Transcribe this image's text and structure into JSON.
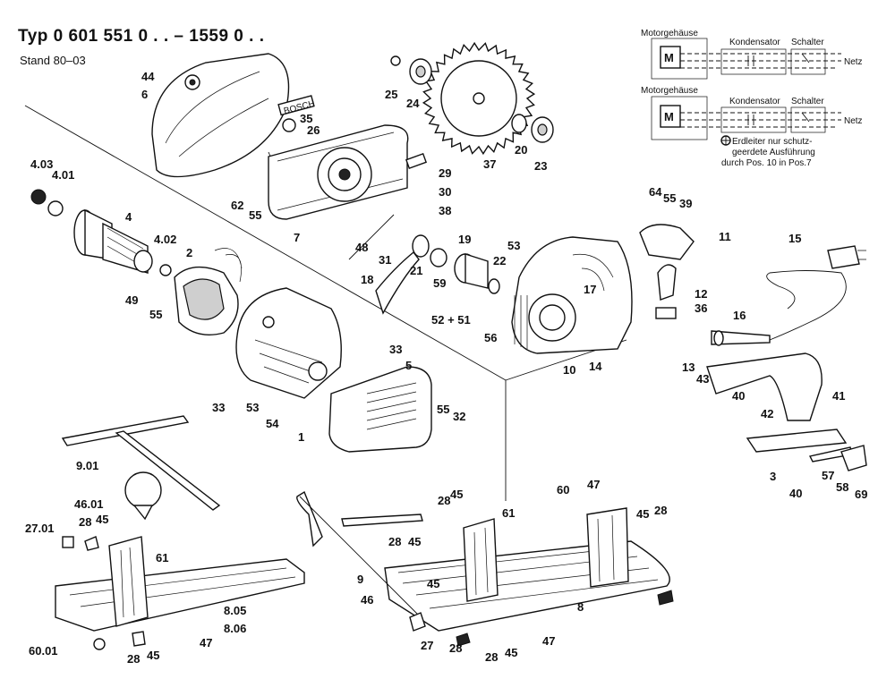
{
  "header": {
    "title": "Typ  0 601 551 0 . . – 1559 0 . .",
    "subtitle": "Stand 80–03"
  },
  "wiring": {
    "box1": {
      "motor_housing": "Motorgehäuse",
      "motor": "M",
      "capacitor": "Kondensator",
      "switch": "Schalter",
      "mains": "Netz"
    },
    "box2": {
      "motor_housing": "Motorgehäuse",
      "motor": "M",
      "capacitor": "Kondensator",
      "switch": "Schalter",
      "mains": "Netz"
    },
    "note_line1": "Erdleiter nur schutz-",
    "note_line2": "geerdete Ausführung",
    "note_line3": "durch Pos. 10 in Pos.7"
  },
  "guard_brand": "BOSCH",
  "part_labels": [
    "44",
    "6",
    "35",
    "26",
    "4.03",
    "4.01",
    "4",
    "4.02",
    "2",
    "49",
    "55",
    "62",
    "55",
    "7",
    "29",
    "30",
    "38",
    "25",
    "24",
    "37",
    "20",
    "23",
    "48",
    "31",
    "21",
    "19",
    "22",
    "53",
    "18",
    "59",
    "17",
    "64",
    "55",
    "39",
    "11",
    "15",
    "12",
    "36",
    "16",
    "52 + 51",
    "56",
    "10",
    "14",
    "13",
    "43",
    "33",
    "33",
    "53",
    "54",
    "1",
    "5",
    "55",
    "32",
    "40",
    "42",
    "41",
    "3",
    "40",
    "57",
    "58",
    "69",
    "9.01",
    "46.01",
    "27.01",
    "28",
    "45",
    "61",
    "60.01",
    "28",
    "45",
    "47",
    "8.05",
    "8.06",
    "28",
    "45",
    "61",
    "60",
    "47",
    "45",
    "28",
    "28",
    "45",
    "9",
    "46",
    "45",
    "28",
    "27",
    "28",
    "45",
    "47",
    "8"
  ]
}
